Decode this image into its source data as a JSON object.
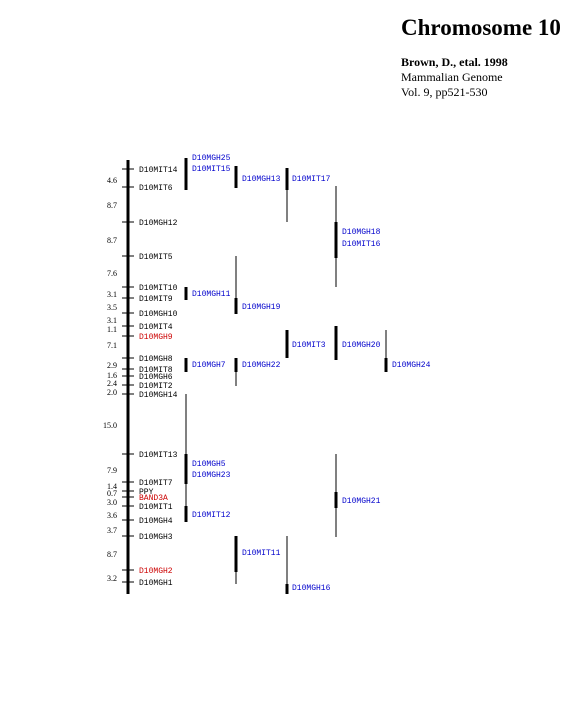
{
  "header": {
    "title": "Chromosome 10",
    "author": "Brown, D., etal. 1998",
    "journal": "Mammalian Genome",
    "volume": "Vol. 9, pp521-530"
  },
  "colors": {
    "line": "#000000",
    "label": "#000000",
    "assigned": "#0000cc",
    "highlight": "#cc0000"
  },
  "axis_markers": [
    {
      "name": "D10MIT14",
      "color": "label"
    },
    {
      "name": "D10MIT6",
      "color": "label"
    },
    {
      "name": "D10MGH12",
      "color": "label"
    },
    {
      "name": "D10MIT5",
      "color": "label"
    },
    {
      "name": "D10MIT10",
      "color": "label"
    },
    {
      "name": "D10MIT9",
      "color": "label"
    },
    {
      "name": "D10MGH10",
      "color": "label"
    },
    {
      "name": "D10MIT4",
      "color": "label"
    },
    {
      "name": "D10MGH9",
      "color": "highlight"
    },
    {
      "name": "D10MGH8",
      "color": "label"
    },
    {
      "name": "D10MIT8",
      "color": "label"
    },
    {
      "name": "D10MGH6",
      "color": "label"
    },
    {
      "name": "D10MIT2",
      "color": "label"
    },
    {
      "name": "D10MGH14",
      "color": "label"
    },
    {
      "name": "D10MIT13",
      "color": "label"
    },
    {
      "name": "D10MIT7",
      "color": "label"
    },
    {
      "name": "PPY",
      "color": "label"
    },
    {
      "name": "BAND3A",
      "color": "highlight"
    },
    {
      "name": "D10MIT1",
      "color": "label"
    },
    {
      "name": "D10MGH4",
      "color": "label"
    },
    {
      "name": "D10MGH3",
      "color": "label"
    },
    {
      "name": "D10MGH2",
      "color": "highlight"
    },
    {
      "name": "D10MGH1",
      "color": "label"
    }
  ],
  "intervals": [
    "4.6",
    "8.7",
    "8.7",
    "7.6",
    "3.1",
    "3.5",
    "3.1",
    "1.1",
    "7.1",
    "2.9",
    "1.6",
    "2.4",
    "2.0",
    "15.0",
    "7.9",
    "1.4",
    "0.7",
    "3.0",
    "3.6",
    "3.7",
    "8.7",
    "3.2"
  ],
  "assigned_markers": [
    {
      "name": "D10MGH25"
    },
    {
      "name": "D10MIT15"
    },
    {
      "name": "D10MGH13"
    },
    {
      "name": "D10MIT17"
    },
    {
      "name": "D10MGH18"
    },
    {
      "name": "D10MIT16"
    },
    {
      "name": "D10MGH11"
    },
    {
      "name": "D10MGH19"
    },
    {
      "name": "D10MIT3"
    },
    {
      "name": "D10MGH20"
    },
    {
      "name": "D10MGH7"
    },
    {
      "name": "D10MGH22"
    },
    {
      "name": "D10MGH24"
    },
    {
      "name": "D10MGH5"
    },
    {
      "name": "D10MGH23"
    },
    {
      "name": "D10MGH21"
    },
    {
      "name": "D10MIT12"
    },
    {
      "name": "D10MIT11"
    },
    {
      "name": "D10MGH16"
    }
  ]
}
